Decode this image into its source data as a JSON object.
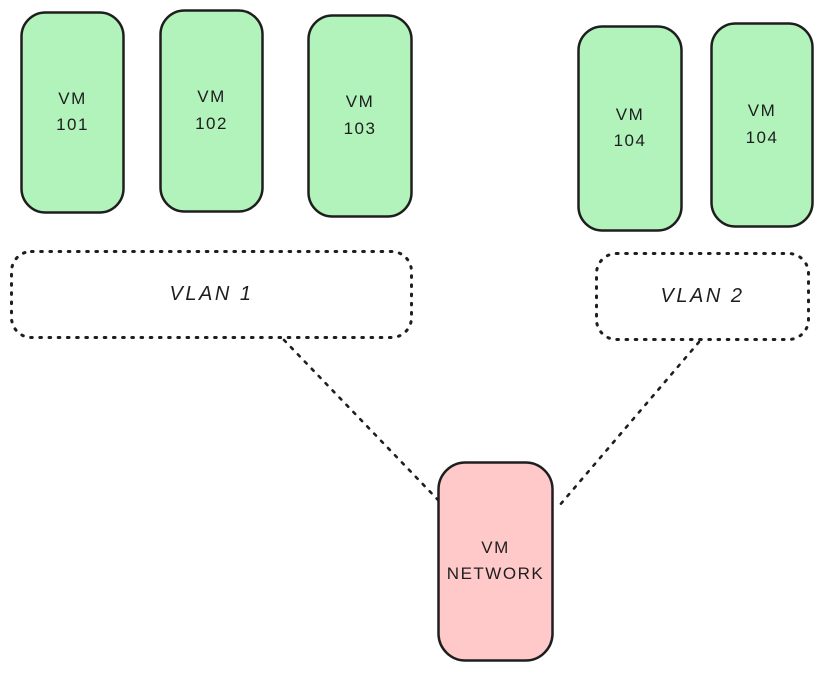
{
  "colors": {
    "vm_fill": "#b2f2bb",
    "network_fill": "#ffc9c9",
    "stroke": "#1e1e1e",
    "background": "#ffffff"
  },
  "vms": [
    {
      "label": "VM\n101"
    },
    {
      "label": "VM\n102"
    },
    {
      "label": "VM\n103"
    },
    {
      "label": "VM\n104"
    },
    {
      "label": "VM\n104"
    }
  ],
  "vlans": [
    {
      "label": "VLAN 1"
    },
    {
      "label": "VLAN 2"
    }
  ],
  "network": {
    "label": "VM\nNETWORK"
  }
}
